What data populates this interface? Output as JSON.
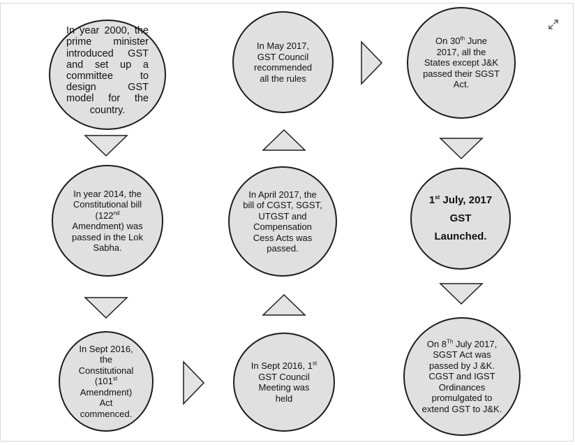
{
  "colors": {
    "node_fill": "#e0e0e0",
    "node_stroke": "#1c1c1c",
    "arrow_fill": "#e3e3e3"
  },
  "icons": {
    "expand": "expand-icon"
  },
  "nodes": {
    "n1": {
      "text": "In year 2000, the prime minister introduced GST and set up a committee to design GST model for the country."
    },
    "n2": {
      "l1": "In year 2014, the",
      "l2": "Constitutional bill",
      "l3a": "(122",
      "l3sup": "nd",
      "l4": "Amendment) was",
      "l5": "passed in the Lok",
      "l6": "Sabha."
    },
    "n3": {
      "l1": "In Sept 2016,",
      "l2": "the",
      "l3": "Constitutional",
      "l4a": "(101",
      "l4sup": "st",
      "l5": "Amendment)",
      "l6": "Act",
      "l7": "commenced."
    },
    "n4": {
      "l1a": "In Sept 2016, 1",
      "l1sup": "st",
      "l2": "GST Council",
      "l3": "Meeting was",
      "l4": "held"
    },
    "n5": {
      "l1": "In April 2017, the",
      "l2": "bill of CGST, SGST,",
      "l3": "UTGST and",
      "l4": "Compensation",
      "l5": "Cess Acts was",
      "l6": "passed."
    },
    "n6": {
      "l1": "In May 2017,",
      "l2": "GST Council",
      "l3": "recommended",
      "l4": "all the rules"
    },
    "n7": {
      "l1a": "On 30",
      "l1sup": "th",
      "l1b": " June",
      "l2": "2017, all the",
      "l3": "States except J&K",
      "l4": "passed their SGST",
      "l5": "Act."
    },
    "n8": {
      "l1a": "1",
      "l1sup": "st",
      "l1b": " July, 2017",
      "l2": "GST",
      "l3": "Launched."
    },
    "n9": {
      "l1a": "On 8",
      "l1sup": "Th",
      "l1b": " July 2017,",
      "l2": "SGST Act was",
      "l3": "passed by J &K.",
      "l4": "CGST and IGST",
      "l5": "Ordinances",
      "l6": "promulgated to",
      "l7": "extend GST to J&K."
    }
  }
}
